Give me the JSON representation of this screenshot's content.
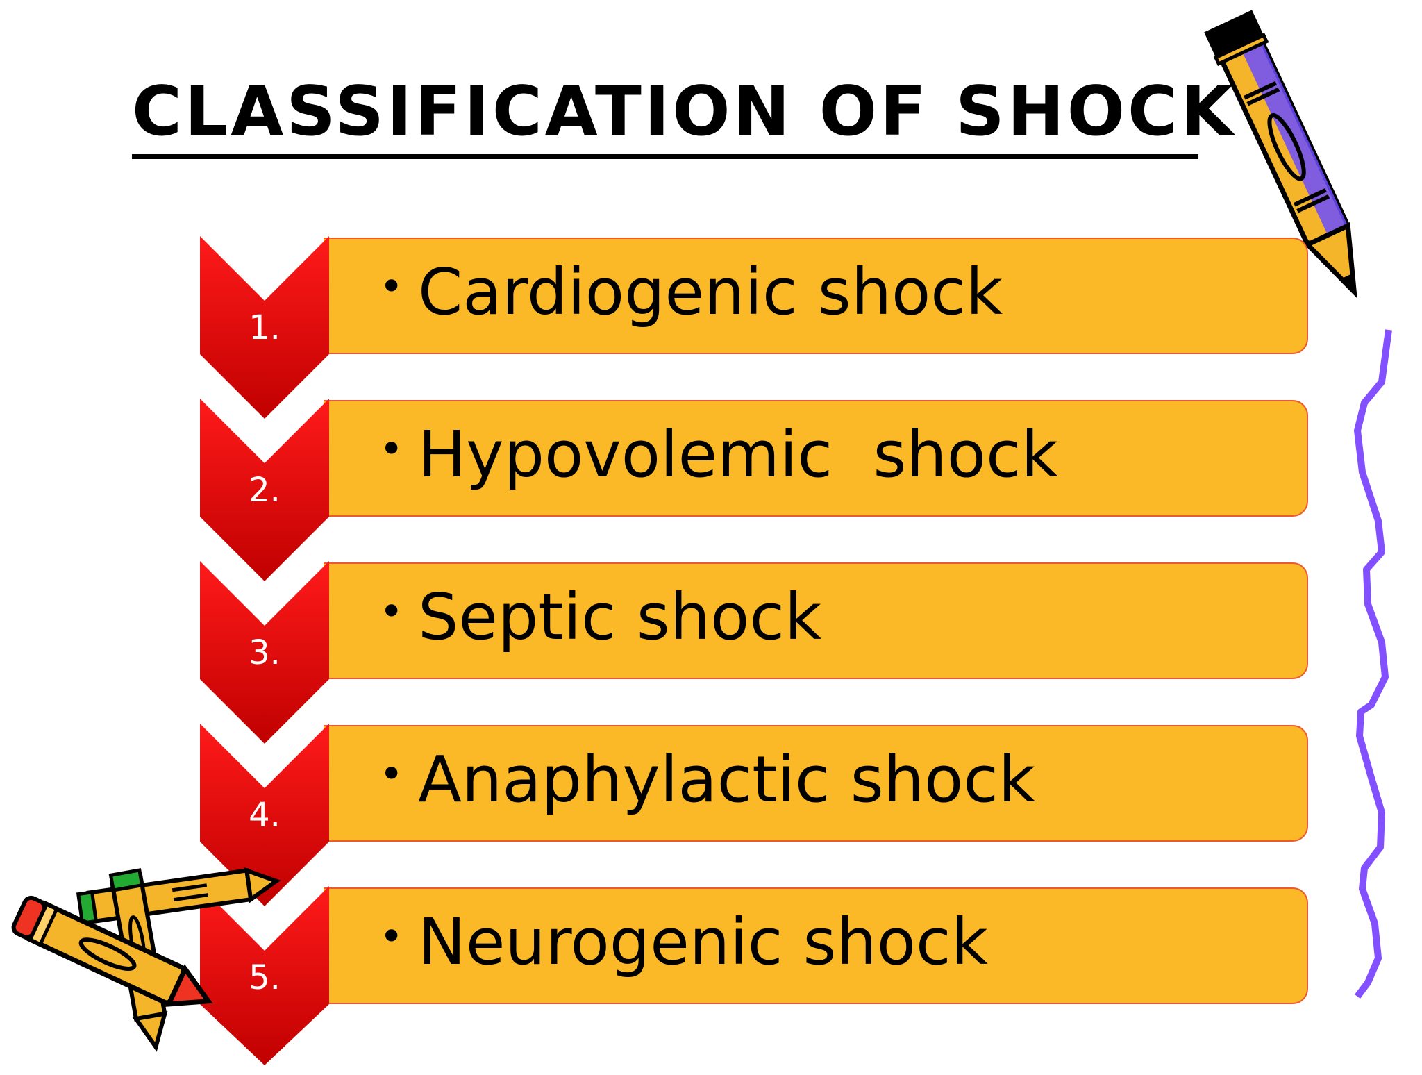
{
  "slide": {
    "title": "CLASSIFICATION OF SHOCK",
    "items": [
      {
        "number": "1.",
        "bullet": "•",
        "label": "Cardiogenic shock"
      },
      {
        "number": "2.",
        "bullet": "•",
        "label": "Hypovolemic  shock"
      },
      {
        "number": "3.",
        "bullet": "•",
        "label": "Septic shock"
      },
      {
        "number": "4.",
        "bullet": "•",
        "label": "Anaphylactic shock"
      },
      {
        "number": "5.",
        "bullet": "•",
        "label": "Neurogenic shock"
      }
    ]
  },
  "colors": {
    "bar_fill": "#fbb928",
    "bar_border": "#ee5a2b",
    "chevron_red": "#ee1111",
    "chevron_dark": "#c00000",
    "squiggle": "#8250ff",
    "pencil_yellow": "#f5b52a",
    "pencil_purple": "#6b4cff"
  },
  "icons": {
    "top_right": "pencil-icon",
    "bottom_left": "pencils-icon",
    "right_edge": "squiggle-line"
  }
}
